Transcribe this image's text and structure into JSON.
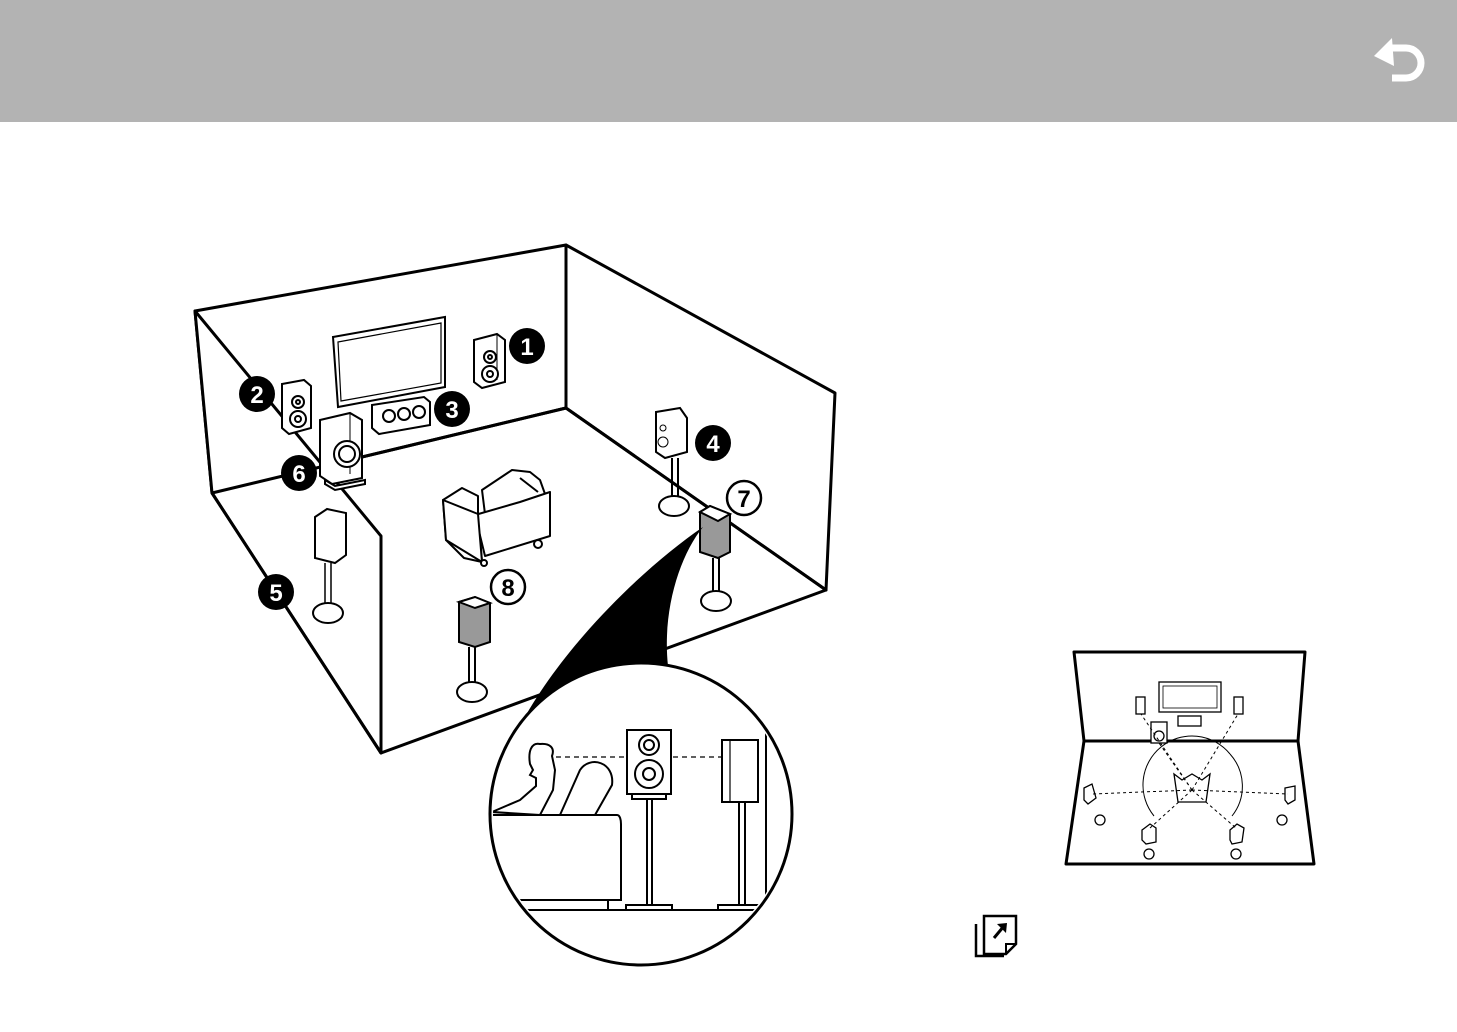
{
  "header": {
    "back_icon": "back-arrow-icon",
    "background": "#b3b3b3"
  },
  "diagram": {
    "speaker_labels": [
      "1",
      "2",
      "3",
      "4",
      "5",
      "6",
      "7",
      "8"
    ],
    "icons": {
      "front_right": "front-speaker-icon",
      "front_left": "front-speaker-icon",
      "center": "center-speaker-icon",
      "surround_right": "surround-speaker-icon",
      "surround_left": "surround-speaker-icon",
      "subwoofer": "subwoofer-icon",
      "surround_back_right": "surround-back-speaker-icon",
      "surround_back_left": "surround-back-speaker-icon",
      "tv": "tv-icon",
      "sofa": "sofa-icon"
    }
  },
  "footer": {
    "page_icon": "page-link-icon"
  }
}
